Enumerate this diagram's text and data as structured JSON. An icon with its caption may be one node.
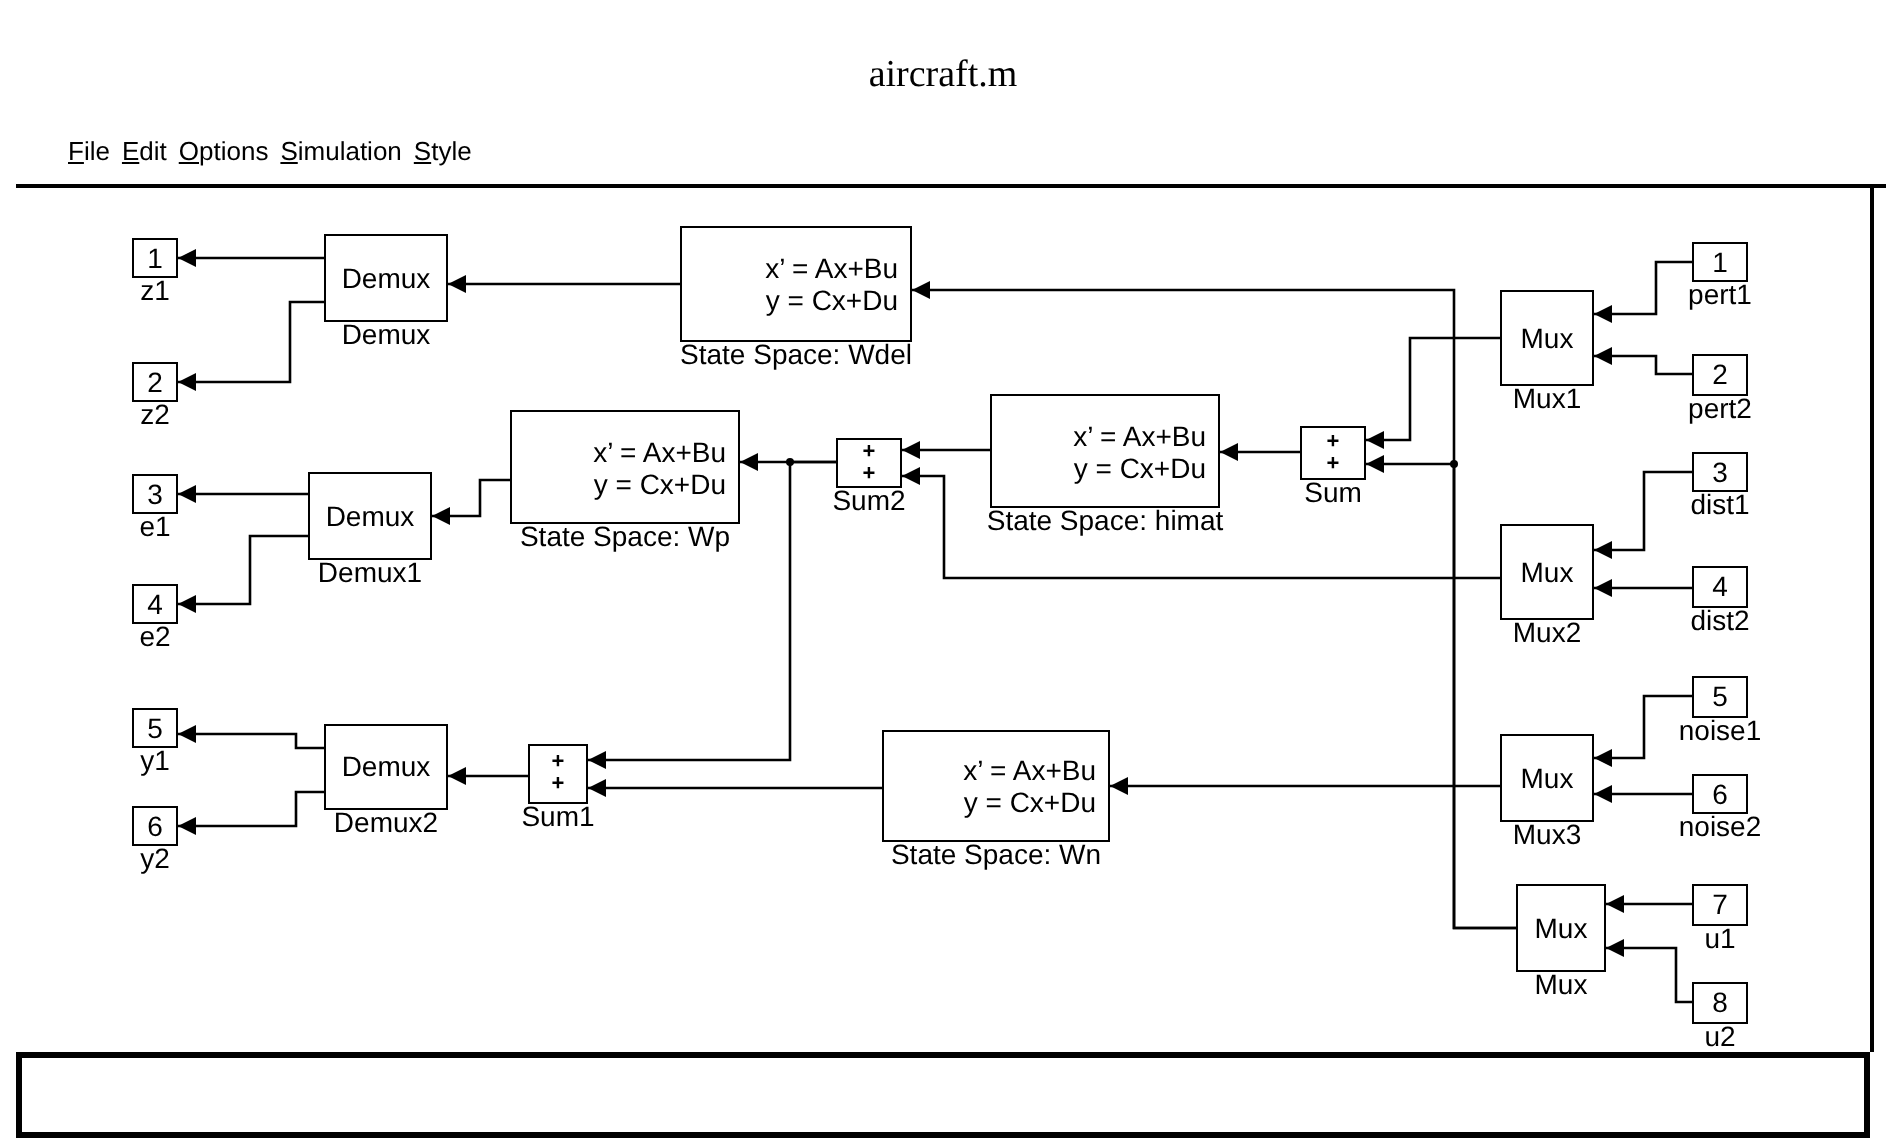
{
  "diagram": {
    "title": "aircraft.m",
    "nodes": [
      {
        "text": [
          "1"
        ],
        "beside": [
          "z1"
        ]
      },
      {
        "text": [
          "Demux"
        ],
        "beside": [
          "Demux"
        ]
      },
      {
        "text": [
          "x’ = Ax+Bu",
          "y = Cx+Du"
        ],
        "beside": [
          "State Space: Wdel"
        ]
      },
      {
        "text": [
          "Mux"
        ],
        "beside": [
          "Mux1"
        ]
      },
      {
        "text": [
          "1"
        ],
        "beside": [
          "pert1"
        ]
      },
      {
        "text": [
          "2"
        ],
        "beside": [
          "z2"
        ]
      },
      {
        "text": [
          "2"
        ],
        "beside": [
          "pert2"
        ]
      },
      {
        "text": [
          "3"
        ],
        "beside": [
          "e1"
        ]
      },
      {
        "text": [
          "Demux"
        ],
        "beside": [
          "Demux1"
        ]
      },
      {
        "text": [
          "x’ = Ax+Bu",
          "y = Cx+Du"
        ],
        "beside": [
          "State Space: Wp"
        ]
      },
      {
        "text": [
          "+",
          "+"
        ],
        "beside": [
          "Sum2"
        ]
      },
      {
        "text": [
          "x’ = Ax+Bu",
          "y = Cx+Du"
        ],
        "beside": [
          "State Space: himat"
        ]
      },
      {
        "text": [
          "+",
          "+"
        ],
        "beside": [
          "Sum"
        ]
      },
      {
        "text": [
          "3"
        ],
        "beside": [
          "dist1"
        ]
      },
      {
        "text": [
          "Mux"
        ],
        "beside": [
          "Mux2"
        ]
      },
      {
        "text": [
          "4"
        ],
        "beside": [
          "e2"
        ]
      },
      {
        "text": [
          "4"
        ],
        "beside": [
          "dist2"
        ]
      },
      {
        "text": [
          "5"
        ],
        "beside": [
          "y1"
        ]
      },
      {
        "text": [
          "Demux"
        ],
        "beside": [
          "Demux2"
        ]
      },
      {
        "text": [
          "+",
          "+"
        ],
        "beside": [
          "Sum1"
        ]
      },
      {
        "text": [
          "x’ = Ax+Bu",
          "y = Cx+Du"
        ],
        "beside": [
          "State Space: Wn"
        ]
      },
      {
        "text": [
          "5"
        ],
        "beside": [
          "noise1"
        ]
      },
      {
        "text": [
          "Mux"
        ],
        "beside": [
          "Mux3"
        ]
      },
      {
        "text": [
          "6"
        ],
        "beside": [
          "y2"
        ]
      },
      {
        "text": [
          "6"
        ],
        "beside": [
          "noise2"
        ]
      },
      {
        "text": [
          "Mux"
        ],
        "beside": [
          "Mux"
        ]
      },
      {
        "text": [
          "7"
        ],
        "beside": [
          "u1"
        ]
      },
      {
        "text": [
          "8"
        ],
        "beside": [
          "u2"
        ]
      }
    ],
    "edges": [
      {
        "from": 2,
        "to": 1,
        "arrow": "to"
      },
      {
        "from": 1,
        "to": 0,
        "arrow": "to"
      },
      {
        "from": 1,
        "to": 5,
        "arrow": "to"
      },
      {
        "from": 25,
        "to": 2,
        "arrow": "to"
      },
      {
        "from": 25,
        "to": 12,
        "arrow": "to"
      },
      {
        "from": 3,
        "to": 12,
        "arrow": "to"
      },
      {
        "from": 12,
        "to": 11,
        "arrow": "to"
      },
      {
        "from": 11,
        "to": 10,
        "arrow": "to"
      },
      {
        "from": 14,
        "to": 10,
        "arrow": "to"
      },
      {
        "from": 10,
        "to": 9,
        "arrow": "to"
      },
      {
        "from": 10,
        "to": 19,
        "arrow": "to"
      },
      {
        "from": 9,
        "to": 8,
        "arrow": "to"
      },
      {
        "from": 8,
        "to": 7,
        "arrow": "to"
      },
      {
        "from": 8,
        "to": 15,
        "arrow": "to"
      },
      {
        "from": 22,
        "to": 20,
        "arrow": "to"
      },
      {
        "from": 20,
        "to": 19,
        "arrow": "to"
      },
      {
        "from": 19,
        "to": 18,
        "arrow": "to"
      },
      {
        "from": 18,
        "to": 17,
        "arrow": "to"
      },
      {
        "from": 18,
        "to": 23,
        "arrow": "to"
      },
      {
        "from": 4,
        "to": 3,
        "arrow": "to"
      },
      {
        "from": 6,
        "to": 3,
        "arrow": "to"
      },
      {
        "from": 13,
        "to": 14,
        "arrow": "to"
      },
      {
        "from": 16,
        "to": 14,
        "arrow": "to"
      },
      {
        "from": 21,
        "to": 22,
        "arrow": "to"
      },
      {
        "from": 24,
        "to": 22,
        "arrow": "to"
      },
      {
        "from": 26,
        "to": 25,
        "arrow": "to"
      },
      {
        "from": 27,
        "to": 25,
        "arrow": "to"
      }
    ],
    "labels": [
      "File",
      "Edit",
      "Options",
      "Simulation",
      "Style"
    ]
  }
}
